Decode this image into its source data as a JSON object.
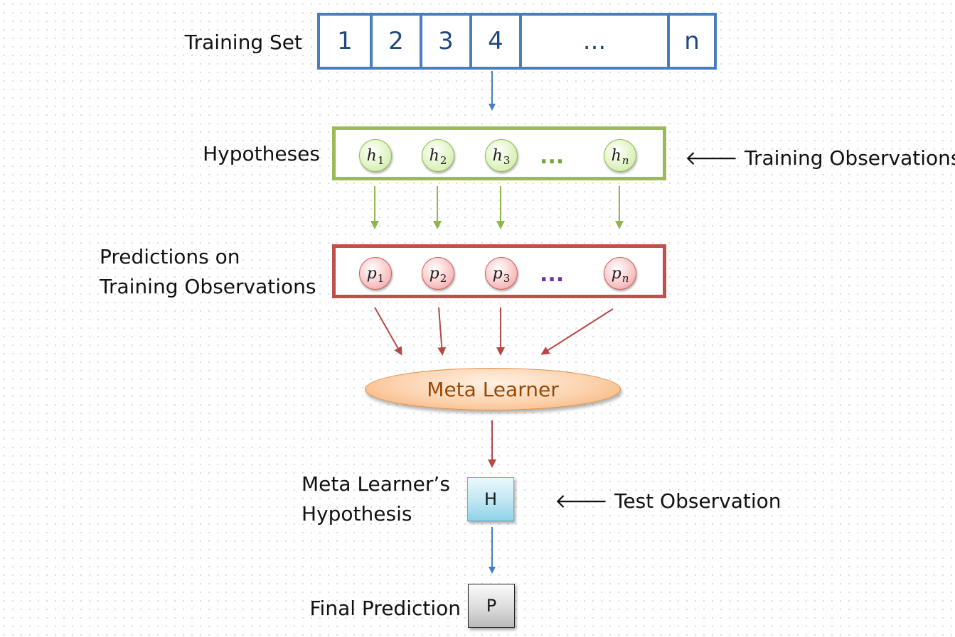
{
  "labels": {
    "training_set": "Training Set",
    "hypotheses": "Hypotheses",
    "training_observations": "Training Observations",
    "predictions_line1": "Predictions on",
    "predictions_line2": "Training Observations",
    "meta_learner": "Meta Learner",
    "meta_hypothesis_line1": "Meta Learner’s",
    "meta_hypothesis_line2": "Hypothesis",
    "test_observation": "Test Observation",
    "final_prediction": "Final Prediction",
    "left_arrow": "🡐"
  },
  "training_set_cells": [
    "1",
    "2",
    "3",
    "4",
    "...",
    "n"
  ],
  "hypotheses": [
    {
      "letter": "h",
      "sub": "1"
    },
    {
      "letter": "h",
      "sub": "2"
    },
    {
      "letter": "h",
      "sub": "3"
    },
    {
      "letter": "h",
      "sub": "n"
    }
  ],
  "predictions": [
    {
      "letter": "p",
      "sub": "1"
    },
    {
      "letter": "p",
      "sub": "2"
    },
    {
      "letter": "p",
      "sub": "3"
    },
    {
      "letter": "p",
      "sub": "n"
    }
  ],
  "ellipsis": "...",
  "meta_hypothesis_box": "H",
  "final_prediction_box": "P",
  "colors": {
    "training_blue": "#4a7ebb",
    "hypothesis_green": "#9bbb59",
    "prediction_red": "#c0504d",
    "meta_orange": "#f7ab6b",
    "hypothesis_box_blue": "#8fd2e8",
    "final_box_gray": "#b9b9b9"
  }
}
